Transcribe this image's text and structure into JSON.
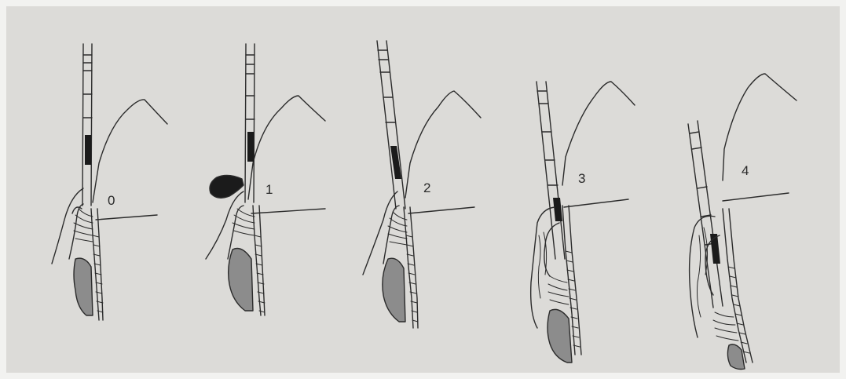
{
  "figure": {
    "stages": [
      {
        "label": "0"
      },
      {
        "label": "1"
      },
      {
        "label": "2"
      },
      {
        "label": "3"
      },
      {
        "label": "4"
      }
    ]
  }
}
